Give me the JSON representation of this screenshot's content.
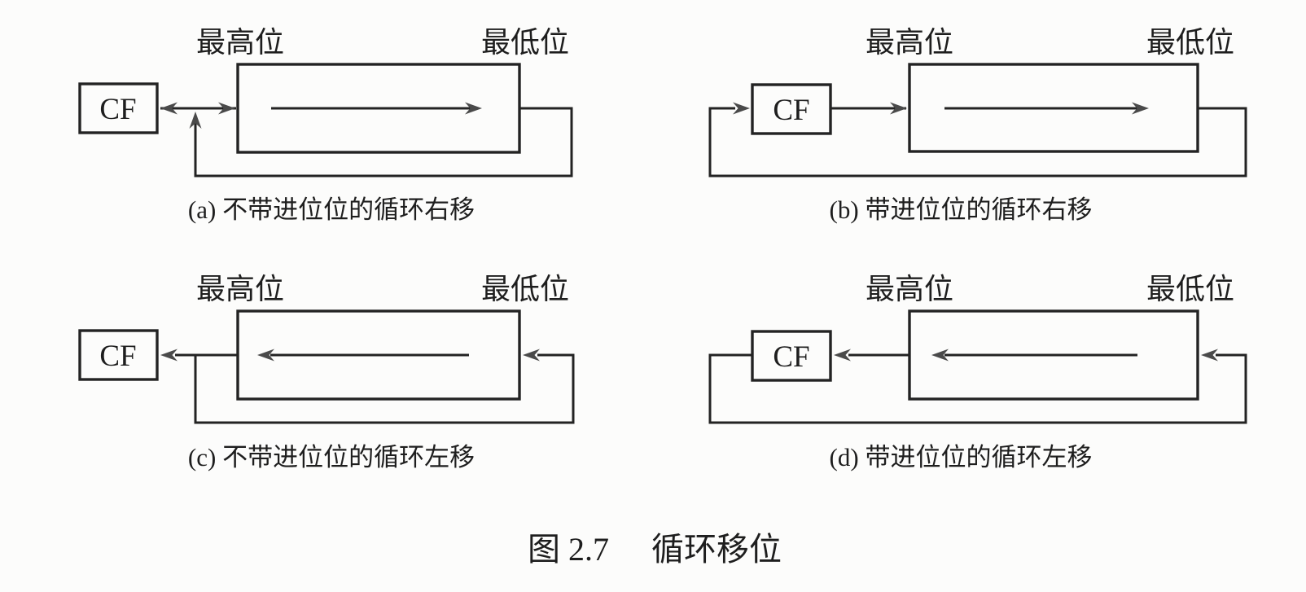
{
  "figure": {
    "number": "图 2.7",
    "title": "循环移位"
  },
  "labels": {
    "msb": "最高位",
    "lsb": "最低位",
    "carry_flag": "CF"
  },
  "diagrams": [
    {
      "id": "a",
      "caption": "(a) 不带进位位的循环右移"
    },
    {
      "id": "b",
      "caption": "(b) 带进位位的循环右移"
    },
    {
      "id": "c",
      "caption": "(c) 不带进位位的循环左移"
    },
    {
      "id": "d",
      "caption": "(d) 带进位位的循环左移"
    }
  ],
  "colors": {
    "ink": "#232323",
    "background": "#fcfcfb"
  }
}
